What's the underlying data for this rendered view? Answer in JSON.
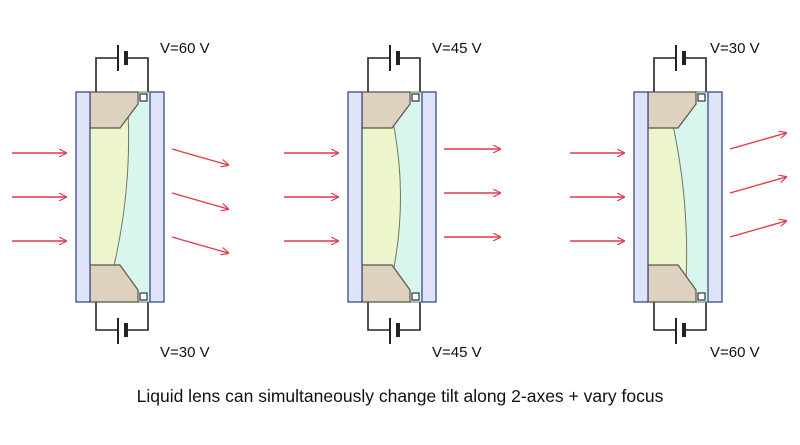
{
  "panels": [
    {
      "id": "panel-1",
      "top_voltage": "V=60 V",
      "bottom_voltage": "V=30 V",
      "tilt": "down"
    },
    {
      "id": "panel-2",
      "top_voltage": "V=45 V",
      "bottom_voltage": "V=45 V",
      "tilt": "none"
    },
    {
      "id": "panel-3",
      "top_voltage": "V=30 V",
      "bottom_voltage": "V=60 V",
      "tilt": "up"
    }
  ],
  "caption": "Liquid lens can simultaneously change tilt along 2-axes + vary focus",
  "colors": {
    "window_glass": "#dfe3f7",
    "window_outline": "#3a4a8a",
    "electrode": "#ddd2bf",
    "liquid_oil": "#ecf5cc",
    "liquid_water": "#d9f6ee",
    "ray": "#e0394a",
    "wire": "#222222"
  }
}
